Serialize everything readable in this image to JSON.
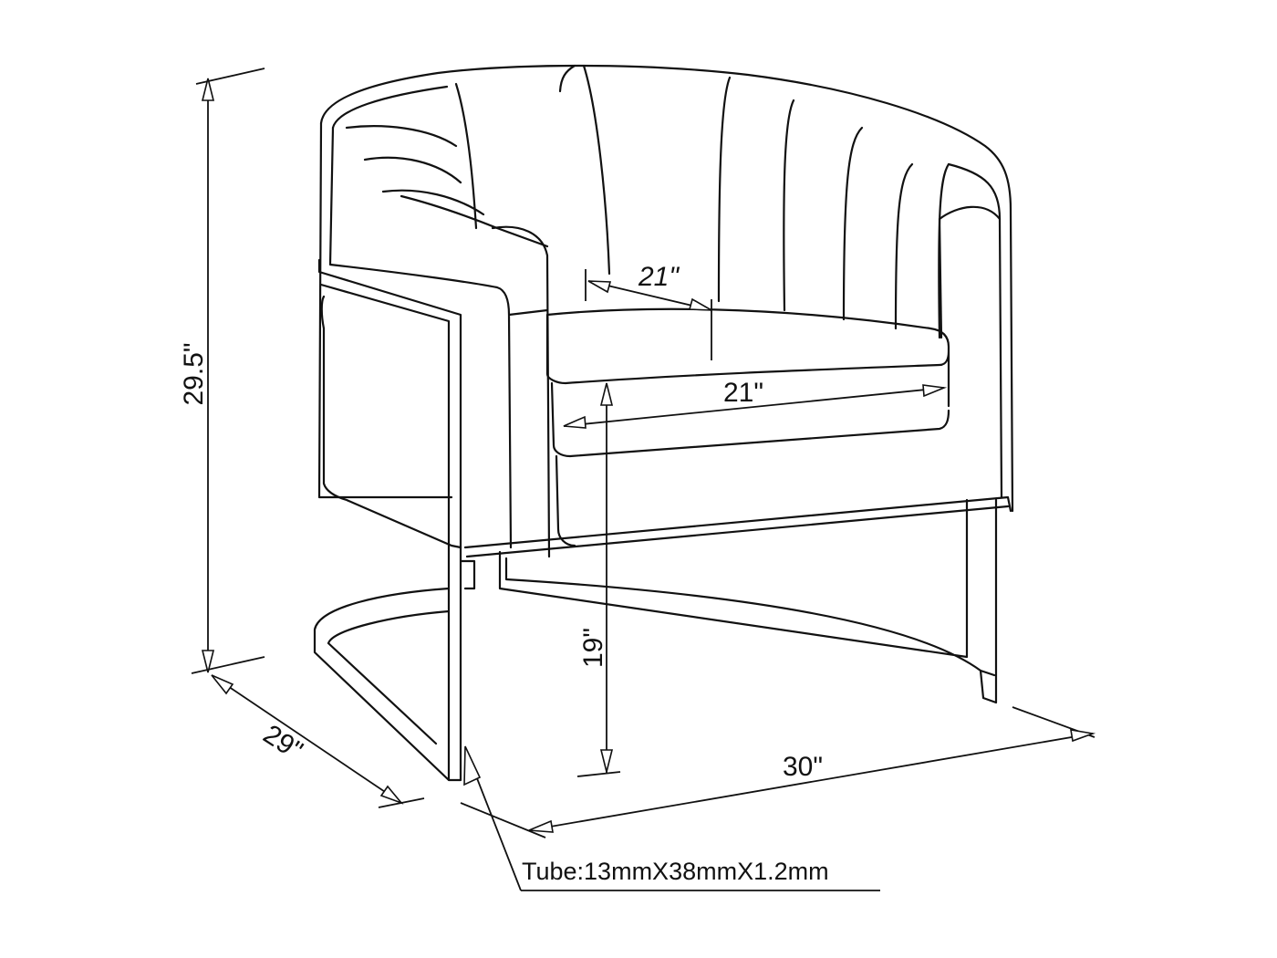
{
  "dimensions": {
    "height": "29.5\"",
    "depth": "29\"",
    "width": "30\"",
    "seat_height": "19\"",
    "seat_width": "21\"",
    "seat_depth": "21\""
  },
  "tube_spec": "Tube:13mmX38mmX1.2mm",
  "colors": {
    "line": "#111111",
    "background": "#ffffff"
  }
}
